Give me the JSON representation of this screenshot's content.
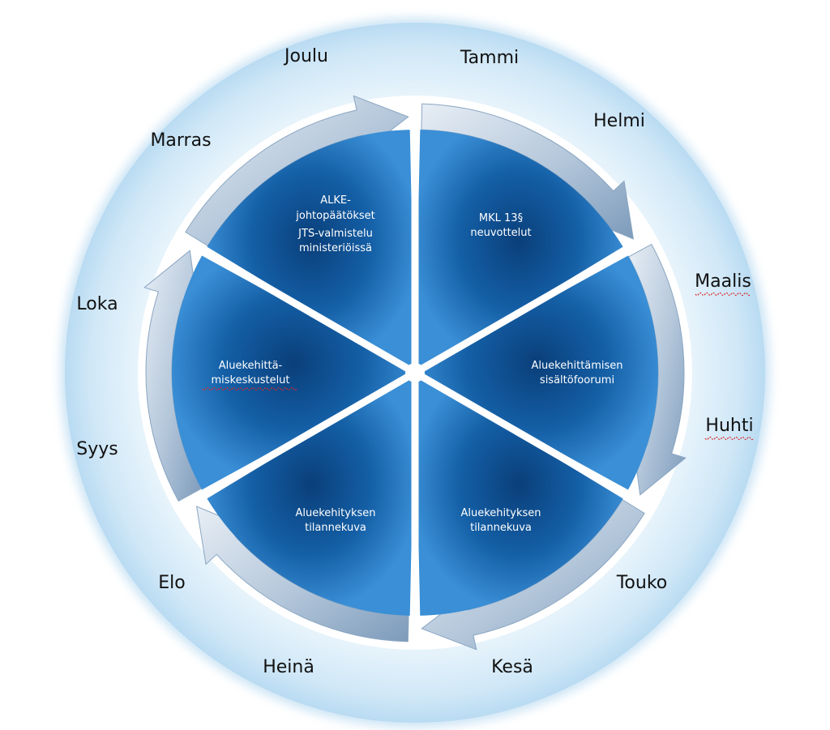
{
  "months": {
    "tammi": "Tammi",
    "helmi": "Helmi",
    "maalis": "Maalis",
    "huhti": "Huhti",
    "touko": "Touko",
    "kesa": "Kesä",
    "heina": "Heinä",
    "elo": "Elo",
    "syys": "Syys",
    "loka": "Loka",
    "marras": "Marras",
    "joulu": "Joulu"
  },
  "sectors": {
    "mkl": {
      "line1": "MKL 13§",
      "line2": "neuvottelut"
    },
    "forum": {
      "line1": "Aluekehittämisen",
      "line2": "sisältöfoorumi"
    },
    "tilanne_right": {
      "line1": "Aluekehityksen",
      "line2": "tilannekuva"
    },
    "tilanne_left": {
      "line1": "Aluekehityksen",
      "line2": "tilannekuva"
    },
    "keskustelut": {
      "line1": "Aluekehittä-",
      "line2": "miskeskustelut"
    },
    "alke": {
      "line1": "ALKE-",
      "line2": "johtopäätökset",
      "line3": "JTS-valmistelu",
      "line4": "ministeriöissä"
    }
  },
  "colors": {
    "outer_ring": "#cfe6f6",
    "sector_dark": "#0d4f91",
    "sector_light": "#2f86cf",
    "arrow_light": "#dbe6f1",
    "arrow_dark": "#7f9fbf"
  }
}
